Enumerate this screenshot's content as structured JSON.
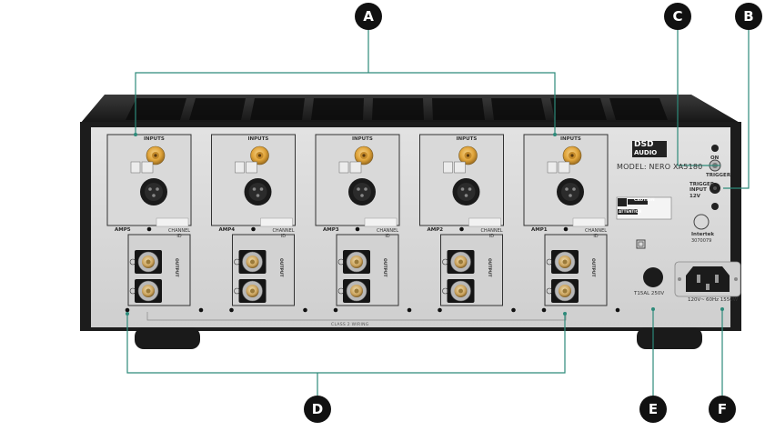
{
  "callouts": {
    "a": "A",
    "b": "B",
    "c": "C",
    "d": "D",
    "e": "E",
    "f": "F"
  },
  "channels": [
    {
      "amp": "AMP5",
      "inputs": "INPUTS",
      "channel_id": "CHANNEL ID",
      "output": "OUTPUT"
    },
    {
      "amp": "AMP4",
      "inputs": "INPUTS",
      "channel_id": "CHANNEL ID",
      "output": "OUTPUT"
    },
    {
      "amp": "AMP3",
      "inputs": "INPUTS",
      "channel_id": "CHANNEL ID",
      "output": "OUTPUT"
    },
    {
      "amp": "AMP2",
      "inputs": "INPUTS",
      "channel_id": "CHANNEL ID",
      "output": "OUTPUT"
    },
    {
      "amp": "AMP1",
      "inputs": "INPUTS",
      "channel_id": "CHANNEL ID",
      "output": "OUTPUT"
    }
  ],
  "panel": {
    "brand_line1": "DSD",
    "brand_line2": "AUDIO",
    "model": "MODEL: NERO XA5180",
    "on_label": "ON",
    "trigger_label": "TRIGGER",
    "trigger_input": "TRIGGER INPUT",
    "trigger_voltage": "12V",
    "caution": "CAUTION",
    "attention": "ATTENTION",
    "intertek": "Intertek",
    "intertek_code": "3070079",
    "fuse": "T15AL 250V",
    "voltage": "120V~",
    "frequency": "60Hz 1550W",
    "class2": "CLASS 2 WIRING"
  },
  "colors": {
    "chassis": "#1c1c1c",
    "faceplate": "#d8d8d8",
    "module": "#cfcfcf",
    "gold": "#e0a43a",
    "badge": "#111111",
    "leader": "#2d8a7a"
  }
}
